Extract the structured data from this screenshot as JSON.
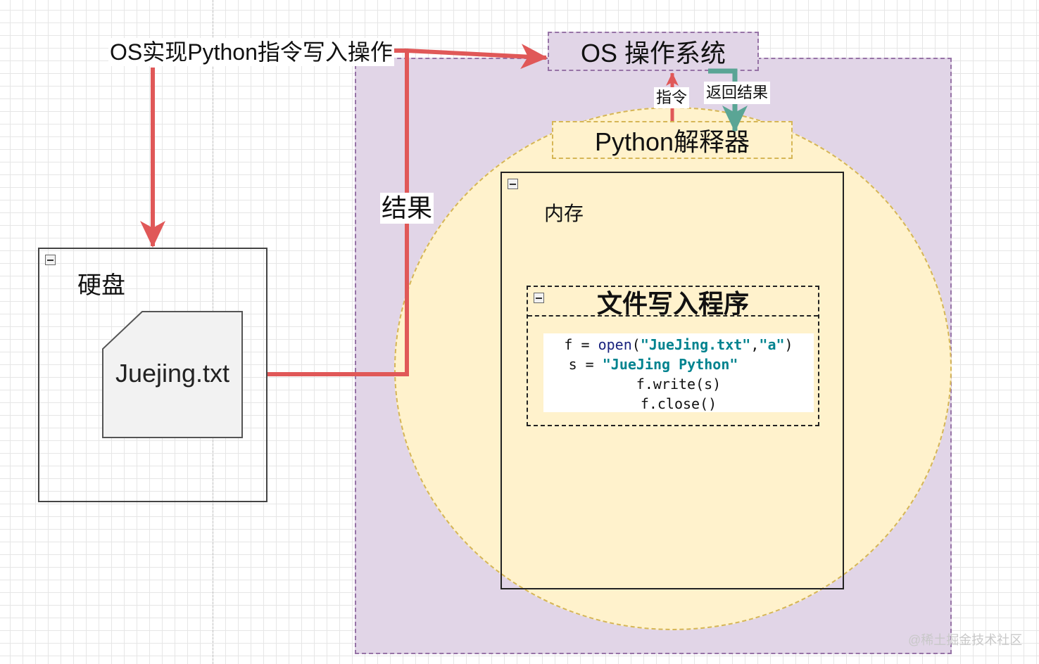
{
  "os_box": {
    "title": "OS 操作系统"
  },
  "interpreter": {
    "title": "Python解释器"
  },
  "memory": {
    "title": "内存"
  },
  "program": {
    "title": "文件写入程序",
    "code": {
      "line1": {
        "a": "f = ",
        "b": "open",
        "c": "(",
        "d": "\"JueJing.txt\"",
        "e": ",",
        "f": "\"a\"",
        "g": ")"
      },
      "line2": {
        "a": "s = ",
        "b": "\"JueJing Python\""
      },
      "line3": "f.write(s)",
      "line4": "f.close()"
    }
  },
  "disk": {
    "title": "硬盘",
    "file_name": "Juejing.txt"
  },
  "labels": {
    "os_write": "OS实现Python指令写入操作",
    "result": "结果",
    "instruction": "指令",
    "return_result": "返回结果"
  },
  "watermark": "@稀土掘金技术社区",
  "colors": {
    "arrow_red": "#e05858",
    "arrow_teal": "#5aa595",
    "os_purple": "#e1d5e7",
    "memory_yellow": "#fff2cc",
    "file_gray": "#f2f2f2"
  }
}
